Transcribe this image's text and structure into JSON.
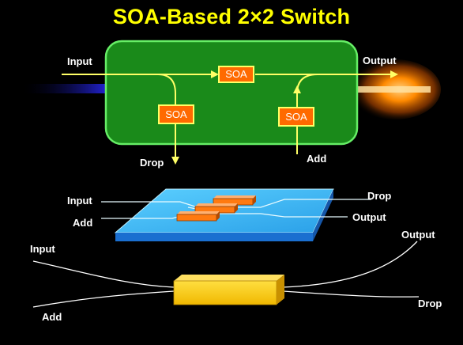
{
  "title": "SOA-Based 2×2 Switch",
  "top_diagram": {
    "labels": {
      "input": "Input",
      "output": "Output",
      "drop": "Drop",
      "add": "Add"
    },
    "soa_label": "SOA",
    "colors": {
      "box_fill": "#1a8a1a",
      "box_border": "#66ee66",
      "soa_fill": "#ff6a00",
      "soa_border": "#ffff66",
      "signal": "#ffff66"
    }
  },
  "chip_diagram": {
    "labels": {
      "input": "Input",
      "add": "Add",
      "drop": "Drop",
      "output": "Output"
    }
  },
  "fiber_diagram": {
    "labels": {
      "input": "Input",
      "add": "Add",
      "output": "Output",
      "drop": "Drop"
    }
  }
}
